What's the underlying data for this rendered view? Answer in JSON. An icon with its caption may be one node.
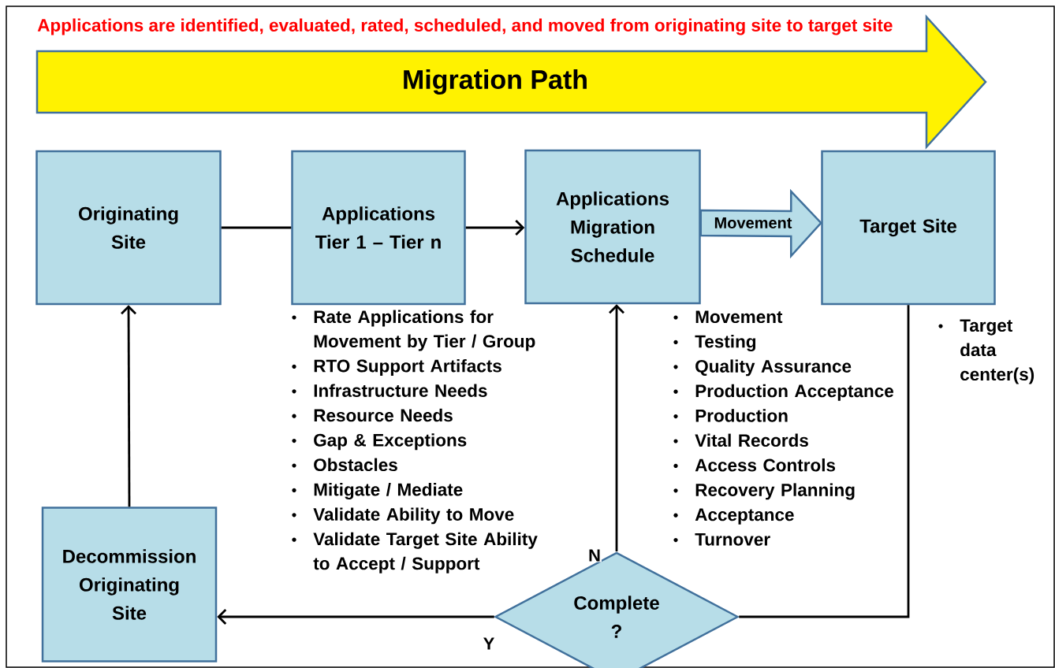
{
  "diagram": {
    "title": "Applications are identified, evaluated, rated, scheduled, and moved from originating site to target site",
    "nodes": [
      {
        "text": [
          "Migration Path"
        ]
      },
      {
        "text": [
          "Originating Site"
        ]
      },
      {
        "text": [
          "Applications Tier 1 – Tier n"
        ],
        "beside": [
          "Rate Applications for Movement by Tier / Group",
          "RTO Support Artifacts",
          "Infrastructure Needs",
          "Resource Needs",
          "Gap & Exceptions",
          "Obstacles",
          "Mitigate / Mediate",
          "Validate Ability to Move",
          "Validate Target Site Ability to Accept / Support"
        ]
      },
      {
        "text": [
          "Applications Migration Schedule"
        ],
        "beside": [
          "Movement",
          "Testing",
          "Quality Assurance",
          "Production Acceptance",
          "Production",
          "Vital Records",
          "Access Controls",
          "Recovery Planning",
          "Acceptance",
          "Turnover"
        ]
      },
      {
        "text": [
          "Target Site"
        ],
        "beside": [
          "Target data center(s)"
        ]
      },
      {
        "text": [
          "Decommission Originating Site"
        ]
      },
      {
        "text": [
          "Complete ?"
        ]
      }
    ],
    "edges": [
      {
        "from": 1,
        "to": 2,
        "arrow": "none"
      },
      {
        "from": 2,
        "to": 3,
        "arrow": "to"
      },
      {
        "from": 3,
        "to": 4,
        "arrow": "to",
        "label": "Movement",
        "style": "thick",
        "color": "#b7dde8"
      },
      {
        "from": 4,
        "to": 6,
        "arrow": "none"
      },
      {
        "from": 6,
        "to": 3,
        "arrow": "to",
        "label": "N"
      },
      {
        "from": 6,
        "to": 5,
        "arrow": "to",
        "label": "Y"
      },
      {
        "from": 5,
        "to": 1,
        "arrow": "to"
      }
    ]
  }
}
